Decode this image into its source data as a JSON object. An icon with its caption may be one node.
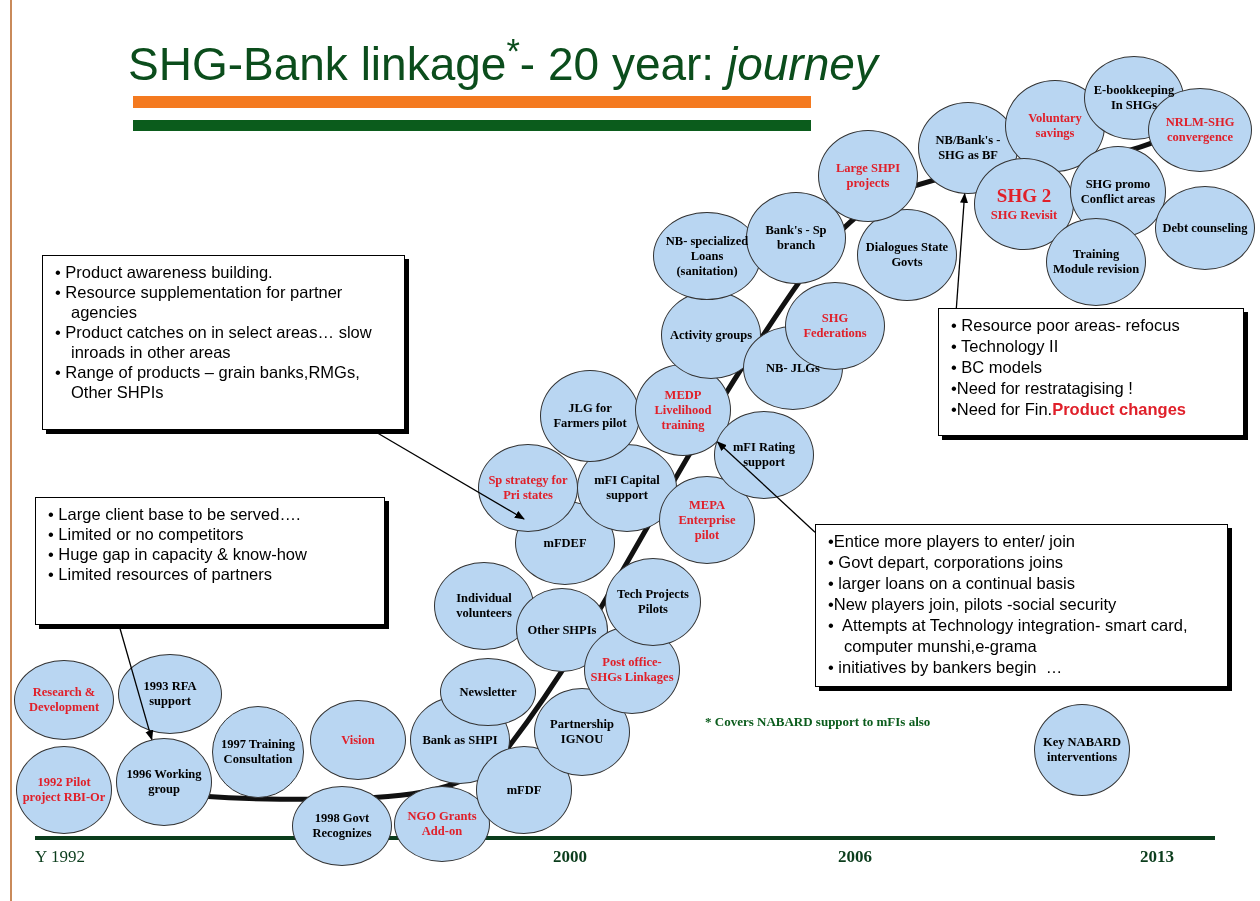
{
  "diagram": {
    "title": "SHG-Bank linkage$^{*}$- 20 year: *journey*",
    "nodes": [
      {
        "text": [
          "Research & Development"
        ]
      },
      {
        "text": [
          "1993 RFA support"
        ]
      },
      {
        "text": [
          "1992 Pilot project RBI-Or"
        ]
      },
      {
        "text": [
          "1996 Working group"
        ]
      },
      {
        "text": [
          "1997 Training Consultation"
        ]
      },
      {
        "text": [
          "Vision"
        ]
      },
      {
        "text": [
          "1998 Govt Recognizes"
        ]
      },
      {
        "text": [
          "Bank as SHPI"
        ]
      },
      {
        "text": [
          "NGO Grants Add-on"
        ]
      },
      {
        "text": [
          "mFDF"
        ]
      },
      {
        "text": [
          "Partnership IGNOU"
        ]
      },
      {
        "text": [
          "Newsletter"
        ]
      },
      {
        "text": [
          "Individual volunteers"
        ]
      },
      {
        "text": [
          "Other SHPIs"
        ]
      },
      {
        "text": [
          "Post office- SHGs Linkages"
        ]
      },
      {
        "text": [
          "Tech Projects Pilots"
        ]
      },
      {
        "text": [
          "mFDEF"
        ]
      },
      {
        "text": [
          "Sp strategy for Pri states"
        ]
      },
      {
        "text": [
          "mFI Capital support"
        ]
      },
      {
        "text": [
          "MEPA Enterprise pilot"
        ]
      },
      {
        "text": [
          "JLG for Farmers pilot"
        ]
      },
      {
        "text": [
          "MEDP Livelihood training"
        ]
      },
      {
        "text": [
          "mFI Rating support"
        ]
      },
      {
        "text": [
          "Activity groups"
        ]
      },
      {
        "text": [
          "NB- JLGs"
        ]
      },
      {
        "text": [
          "SHG Federations"
        ]
      },
      {
        "text": [
          "NB- specialized Loans (sanitation)"
        ]
      },
      {
        "text": [
          "Bank's - Sp branch"
        ]
      },
      {
        "text": [
          "Dialogues State Govts"
        ]
      },
      {
        "text": [
          "Large SHPI projects"
        ]
      },
      {
        "text": [
          "NB/Bank's - SHG as BF"
        ]
      },
      {
        "text": [
          "Voluntary savings"
        ]
      },
      {
        "text": [
          "E-bookkeeping In SHGs"
        ]
      },
      {
        "text": [
          "SHG 2",
          "SHG Revisit"
        ]
      },
      {
        "text": [
          "SHG promo Conflict areas"
        ]
      },
      {
        "text": [
          "NRLM-SHG convergence"
        ]
      },
      {
        "text": [
          "Debt counseling"
        ]
      },
      {
        "text": [
          "Training Module revision"
        ]
      },
      {
        "text": [
          "Key NABARD interventions"
        ]
      },
      {
        "text": [
          "• Product awareness building.",
          "• Resource supplementation for partner agencies",
          "• Product catches on in select areas… slow inroads in other areas",
          "• Range of products – grain banks,RMGs,  Other SHPIs"
        ]
      },
      {
        "text": [
          "• Large client base to be served….",
          "• Limited or no competitors",
          "• Huge gap in capacity & know-how",
          "• Limited resources of partners"
        ]
      },
      {
        "text": [
          "• Resource poor areas- refocus",
          "• Technology II",
          "• BC models",
          "•Need for restratagising !",
          "•Need for Fin.**Product changes**"
        ]
      },
      {
        "text": [
          "•Entice more players to enter/ join",
          "• Govt depart, corporations joins",
          "• larger loans on a continual basis",
          "•New players join, pilots -social security",
          "•  Attempts at Technology integration- smart card, computer munshi,e-grama",
          "• initiatives by bankers begin  …"
        ]
      }
    ],
    "edges": [
      {
        "from": 39,
        "to": 16,
        "arrow": "to"
      },
      {
        "from": 40,
        "to": 3,
        "arrow": "to"
      },
      {
        "from": 41,
        "to": 30,
        "arrow": "to"
      },
      {
        "from": 42,
        "to": 21,
        "arrow": "to"
      }
    ],
    "labels": [
      "* Covers NABARD support to  mFIs also",
      "Y 1992",
      "2000",
      "2006",
      "2013"
    ]
  }
}
